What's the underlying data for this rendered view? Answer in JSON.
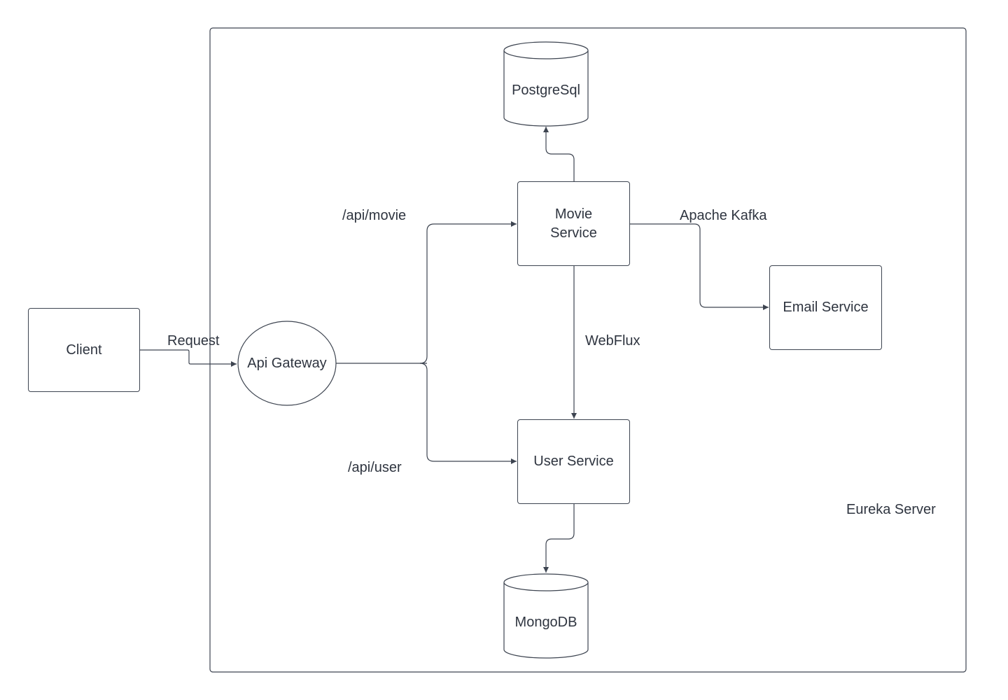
{
  "nodes": {
    "client": "Client",
    "api_gateway": "Api Gateway",
    "movie_service_line1": "Movie",
    "movie_service_line2": "Service",
    "user_service": "User Service",
    "email_service": "Email Service",
    "postgresql": "PostgreSql",
    "mongodb": "MongoDB",
    "eureka_server": "Eureka Server"
  },
  "edges": {
    "client_to_gateway": "Request",
    "gateway_to_movie": "/api/movie",
    "gateway_to_user": "/api/user",
    "movie_to_user": "WebFlux",
    "movie_to_email": "Apache Kafka"
  }
}
